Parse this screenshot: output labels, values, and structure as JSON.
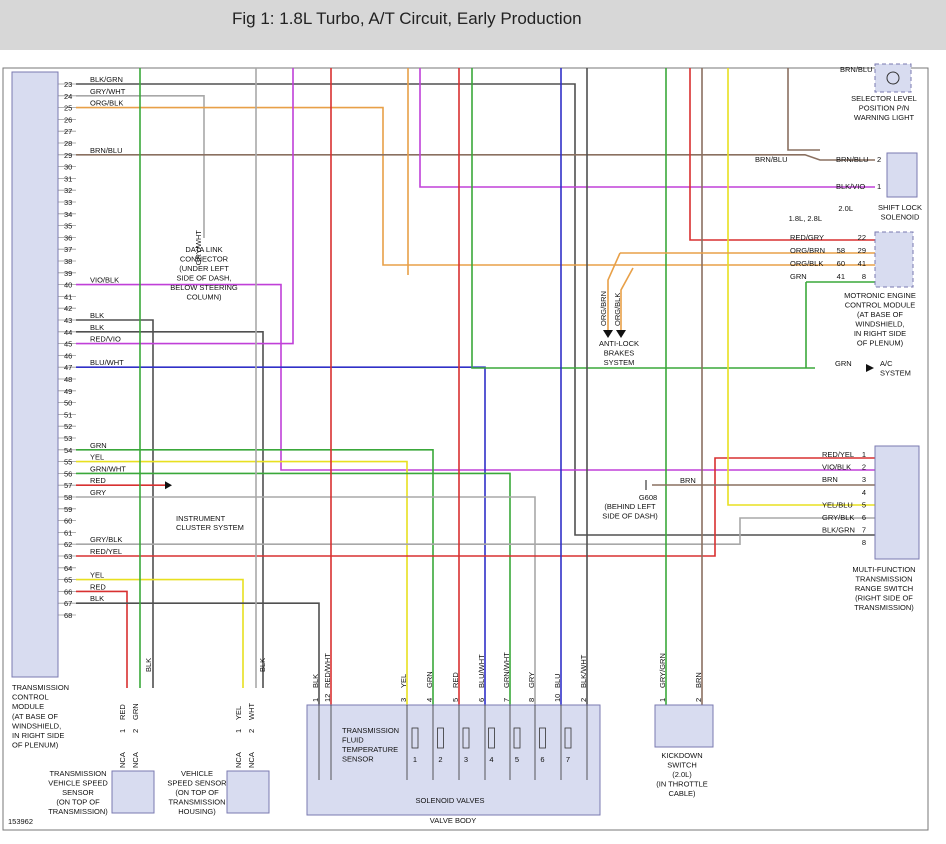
{
  "header": {
    "title": "Fig 1: 1.8L Turbo, A/T Circuit, Early Production"
  },
  "tcm_pins": [
    "23",
    "24",
    "25",
    "26",
    "27",
    "28",
    "29",
    "30",
    "31",
    "32",
    "33",
    "34",
    "35",
    "36",
    "37",
    "38",
    "39",
    "40",
    "41",
    "42",
    "43",
    "44",
    "45",
    "46",
    "47",
    "48",
    "49",
    "50",
    "51",
    "52",
    "53",
    "54",
    "55",
    "56",
    "57",
    "58",
    "59",
    "60",
    "61",
    "62",
    "63",
    "64",
    "65",
    "66",
    "67",
    "68"
  ],
  "tcm_wires": [
    {
      "pin": "23",
      "label": "BLK/GRN"
    },
    {
      "pin": "24",
      "label": "GRY/WHT"
    },
    {
      "pin": "25",
      "label": "ORG/BLK"
    },
    {
      "pin": "29",
      "label": "BRN/BLU"
    },
    {
      "pin": "40",
      "label": "VIO/BLK"
    },
    {
      "pin": "43",
      "label": "BLK"
    },
    {
      "pin": "44",
      "label": "BLK"
    },
    {
      "pin": "45",
      "label": "RED/VIO"
    },
    {
      "pin": "47",
      "label": "BLU/WHT"
    },
    {
      "pin": "54",
      "label": "GRN"
    },
    {
      "pin": "55",
      "label": "YEL"
    },
    {
      "pin": "56",
      "label": "GRN/WHT"
    },
    {
      "pin": "57",
      "label": "RED"
    },
    {
      "pin": "58",
      "label": "GRY"
    },
    {
      "pin": "62",
      "label": "GRY/BLK"
    },
    {
      "pin": "63",
      "label": "RED/YEL"
    },
    {
      "pin": "65",
      "label": "YEL"
    },
    {
      "pin": "66",
      "label": "RED"
    },
    {
      "pin": "67",
      "label": "BLK"
    }
  ],
  "tcm_caption": [
    "TRANSMISSION",
    "CONTROL",
    "MODULE",
    "(AT BASE OF",
    "WINDSHIELD,",
    "IN RIGHT SIDE",
    "OF PLENUM)"
  ],
  "dlc_wire": "GRY/WHT",
  "dlc_caption": [
    "DATA LINK",
    "CONNECTOR",
    "(UNDER LEFT",
    "SIDE OF DASH,",
    "BELOW STEERING",
    "COLUMN)"
  ],
  "instrument_cluster": [
    "INSTRUMENT",
    "CLUSTER SYSTEM"
  ],
  "selector_top_wire": "BRN/BLU",
  "selector_caption": [
    "SELECTOR LEVEL",
    "POSITION P/N",
    "WARNING LIGHT"
  ],
  "shift_lock": {
    "left_label": "BRN/BLU",
    "wires": [
      {
        "label": "BRN/BLU",
        "pin": "2"
      },
      {
        "label": "BLK/VIO",
        "pin": "1"
      }
    ],
    "caption": [
      "SHIFT LOCK",
      "SOLENOID"
    ]
  },
  "engine_variants": [
    "2.0L",
    "1.8L, 2.8L"
  ],
  "ecm": {
    "wires": [
      {
        "label": "RED/GRY",
        "p1": "",
        "p2": "22"
      },
      {
        "label": "ORG/BRN",
        "p1": "58",
        "p2": "29"
      },
      {
        "label": "ORG/BLK",
        "p1": "60",
        "p2": "41"
      },
      {
        "label": "GRN",
        "p1": "41",
        "p2": "8"
      }
    ],
    "caption": [
      "MOTRONIC ENGINE",
      "CONTROL MODULE",
      "(AT BASE OF",
      "WINDSHIELD,",
      "IN RIGHT SIDE",
      "OF PLENUM)"
    ]
  },
  "abs": {
    "wires": [
      "ORG/BRN",
      "ORG/BLK"
    ],
    "caption": [
      "ANTI-LOCK",
      "BRAKES",
      "SYSTEM"
    ]
  },
  "ac": {
    "wire": "GRN",
    "caption": [
      "A/C",
      "SYSTEM"
    ]
  },
  "ground": {
    "id": "G608",
    "wire": "BRN",
    "caption": [
      "(BEHIND LEFT",
      "SIDE OF DASH)"
    ]
  },
  "mfs": {
    "wires": [
      {
        "label": "RED/YEL",
        "pin": "1"
      },
      {
        "label": "VIO/BLK",
        "pin": "2"
      },
      {
        "label": "BRN",
        "pin": "3"
      },
      {
        "label": "",
        "pin": "4"
      },
      {
        "label": "YEL/BLU",
        "pin": "5"
      },
      {
        "label": "GRY/BLK",
        "pin": "6"
      },
      {
        "label": "BLK/GRN",
        "pin": "7"
      },
      {
        "label": "",
        "pin": "8"
      }
    ],
    "caption": [
      "MULTI-FUNCTION",
      "TRANSMISSION",
      "RANGE SWITCH",
      "(RIGHT SIDE OF",
      "TRANSMISSION)"
    ]
  },
  "vss": {
    "pins": [
      "1",
      "2"
    ],
    "wires": [
      "RED",
      "GRN"
    ],
    "nca": "NCA",
    "caption": [
      "TRANSMISSION",
      "VEHICLE SPEED",
      "SENSOR",
      "(ON TOP OF",
      "TRANSMISSION)"
    ]
  },
  "vs2": {
    "pins": [
      "1",
      "2"
    ],
    "wires": [
      "YEL",
      "WHT"
    ],
    "nca": "NCA",
    "caption": [
      "VEHICLE",
      "SPEED SENSOR",
      "(ON TOP OF",
      "TRANSMISSION",
      "HOUSING)"
    ]
  },
  "shield_label": "BLK",
  "valve_body": {
    "pins": [
      {
        "pin": "1",
        "label": "BLK"
      },
      {
        "pin": "12",
        "label": "RED/WHT"
      },
      {
        "pin": "3",
        "label": "YEL"
      },
      {
        "pin": "4",
        "label": "GRN"
      },
      {
        "pin": "5",
        "label": "RED"
      },
      {
        "pin": "6",
        "label": "BLU/WHT"
      },
      {
        "pin": "7",
        "label": "GRN/WHT"
      },
      {
        "pin": "8",
        "label": "GRY"
      },
      {
        "pin": "10",
        "label": "BLU"
      },
      {
        "pin": "2",
        "label": "BLK/WHT"
      }
    ],
    "sensor_caption": [
      "TRANSMISSION",
      "FLUID",
      "TEMPERATURE",
      "SENSOR"
    ],
    "solenoids": [
      "1",
      "2",
      "3",
      "4",
      "5",
      "6",
      "7"
    ],
    "solenoid_caption": "SOLENOID VALVES",
    "caption": "VALVE BODY"
  },
  "kickdown": {
    "pins": [
      "1",
      "2"
    ],
    "wires": [
      "GRY/GRN",
      "BRN"
    ],
    "caption": [
      "KICKDOWN",
      "SWITCH",
      "(2.0L)",
      "(IN THROTTLE",
      "CABLE)"
    ]
  },
  "figure_id": "153962",
  "colors": {
    "orange": "#e8a048",
    "violet": "#c040d8",
    "green": "#3aa83a",
    "blue": "#3030c8",
    "red": "#d83030",
    "gray": "#a8a8a8",
    "yellow": "#e8e020",
    "black": "#505050",
    "brown": "#8a7060",
    "comp_fill": "#d8dcf0",
    "comp_stroke": "#7a7ab0"
  }
}
